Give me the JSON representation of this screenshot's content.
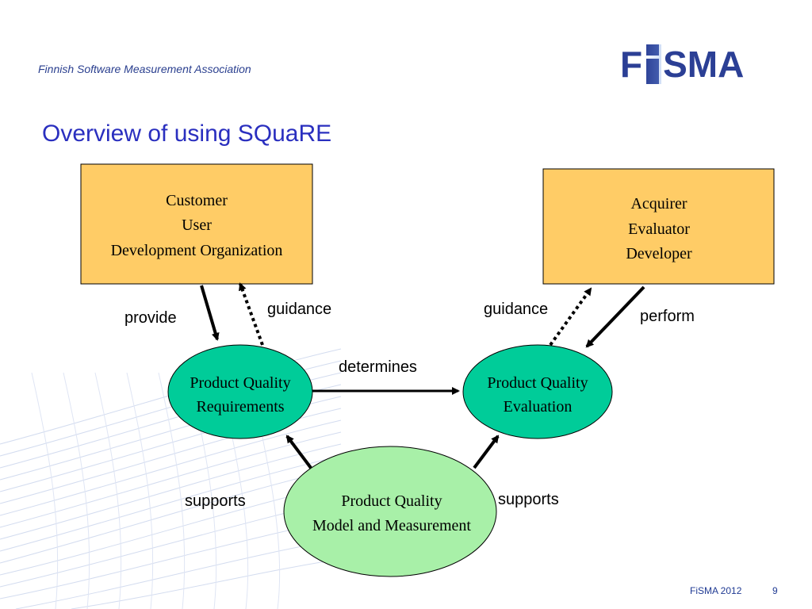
{
  "header": {
    "association_name": "Finnish Software Measurement Association",
    "logo": {
      "left": "F",
      "right": "SMA"
    }
  },
  "slide_title": "Overview of using SQuaRE",
  "diagram": {
    "roles_left": [
      "Customer",
      "User",
      "Development Organization"
    ],
    "roles_right": [
      "Acquirer",
      "Evaluator",
      "Developer"
    ],
    "requirements": [
      "Product Quality",
      "Requirements"
    ],
    "evaluation": [
      "Product Quality",
      "Evaluation"
    ],
    "model": [
      "Product Quality",
      "Model and Measurement"
    ],
    "labels": {
      "provide": "provide",
      "guidance_left": "guidance",
      "guidance_right": "guidance",
      "perform": "perform",
      "determines": "determines",
      "supports_left": "supports",
      "supports_right": "supports"
    },
    "colors": {
      "role_box_fill": "#ffcc66",
      "ellipse_fill": "#00cc99",
      "model_fill": "#a8f0a8",
      "arrow": "#000000"
    }
  },
  "footer": {
    "label": "FiSMA 2012",
    "page": "9"
  }
}
